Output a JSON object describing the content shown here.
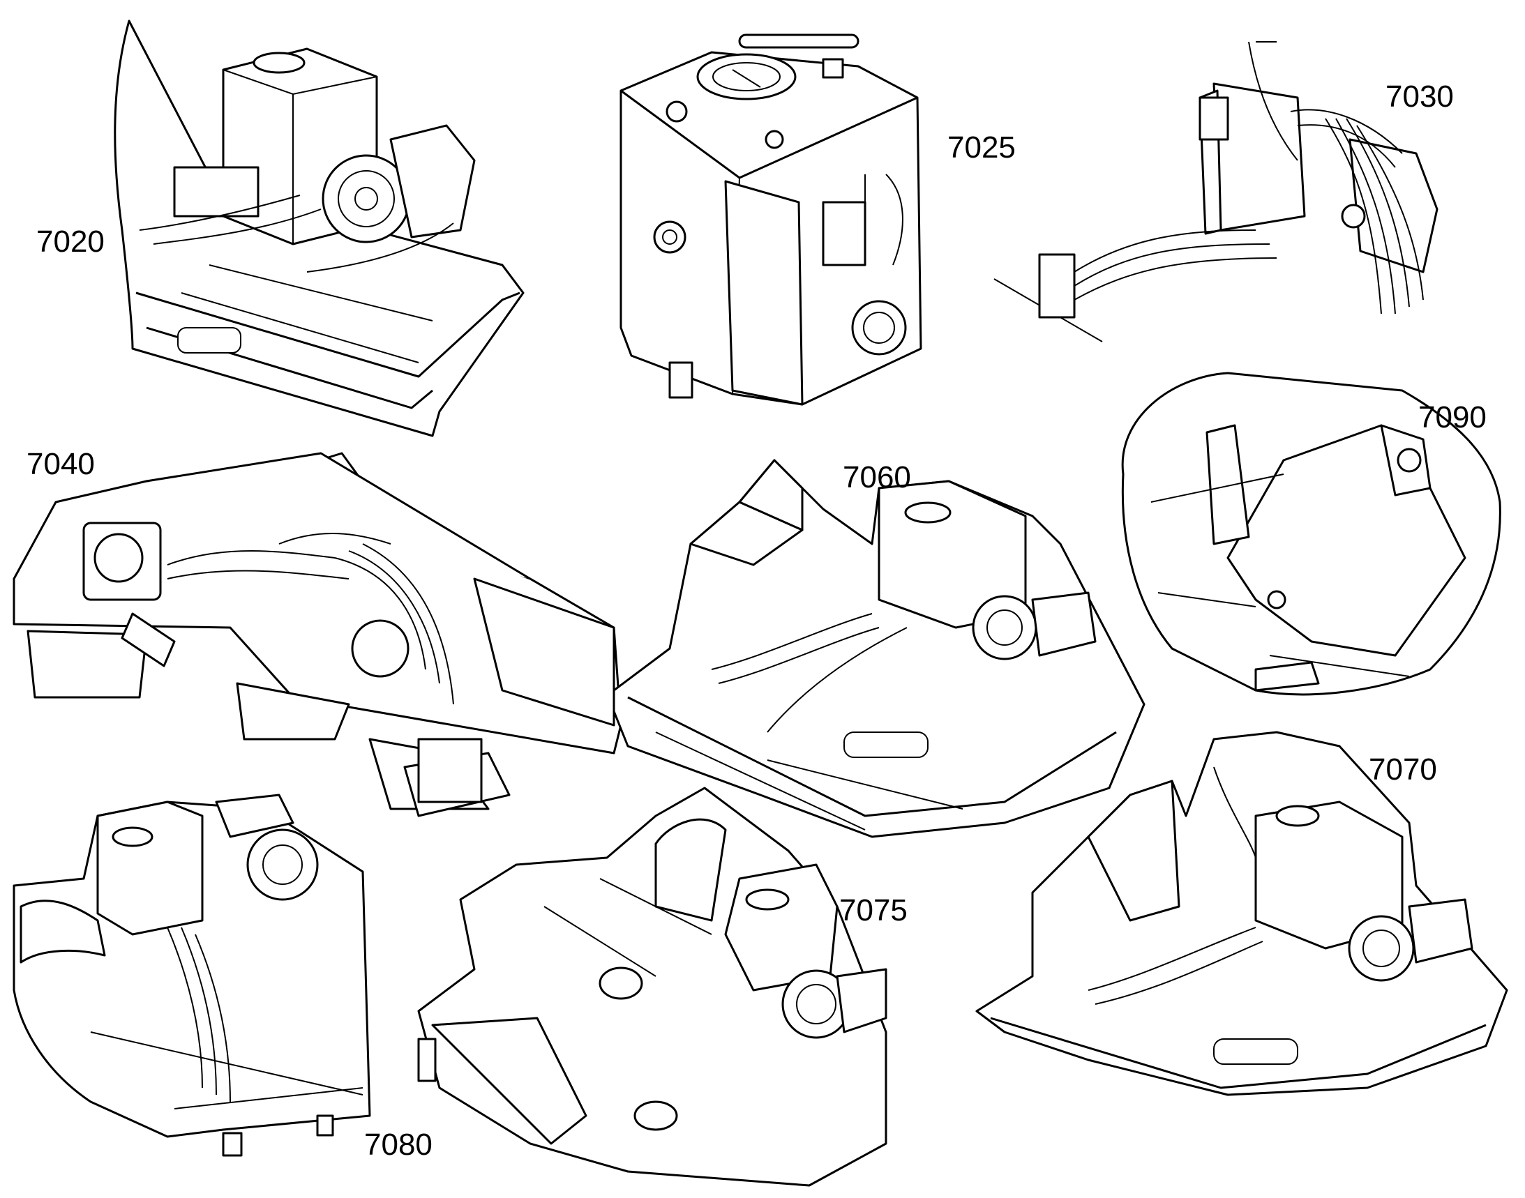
{
  "figure": {
    "views": [
      {
        "id": "v7020",
        "label": "7020"
      },
      {
        "id": "v7025",
        "label": "7025"
      },
      {
        "id": "v7030",
        "label": "7030"
      },
      {
        "id": "v7040",
        "label": "7040"
      },
      {
        "id": "v7060",
        "label": "7060"
      },
      {
        "id": "v7090",
        "label": "7090"
      },
      {
        "id": "v7070",
        "label": "7070"
      },
      {
        "id": "v7075",
        "label": "7075"
      },
      {
        "id": "v7080",
        "label": "7080"
      }
    ]
  }
}
